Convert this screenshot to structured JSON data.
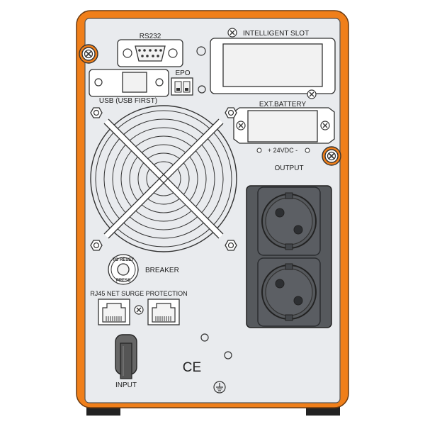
{
  "labels": {
    "rs232": "RS232",
    "intelligent_slot": "INTELLIGENT SLOT",
    "usb": "USB (USB FIRST)",
    "epo": "EPO",
    "ext_battery": "EXT.BATTERY",
    "dc_voltage": "+ 24VDC -",
    "output": "OUTPUT",
    "breaker": "BREAKER",
    "breaker_knob_top": "TO RESET",
    "breaker_knob_bottom": "PRESS",
    "rj45": "RJ45 NET SURGE PROTECTION",
    "ce_mark": "CE",
    "input": "INPUT"
  },
  "colors": {
    "housing_frame": "#f07f1a",
    "rear_panel": "#e9ebee",
    "outlet_block": "#56595d",
    "feet": "#222222"
  },
  "icons": [
    "screw-icon",
    "ground-symbol-icon",
    "ce-mark-icon",
    "fan-grille-icon",
    "schuko-socket-icon",
    "rj45-port-icon",
    "db9-connector-icon",
    "power-cord-icon"
  ]
}
